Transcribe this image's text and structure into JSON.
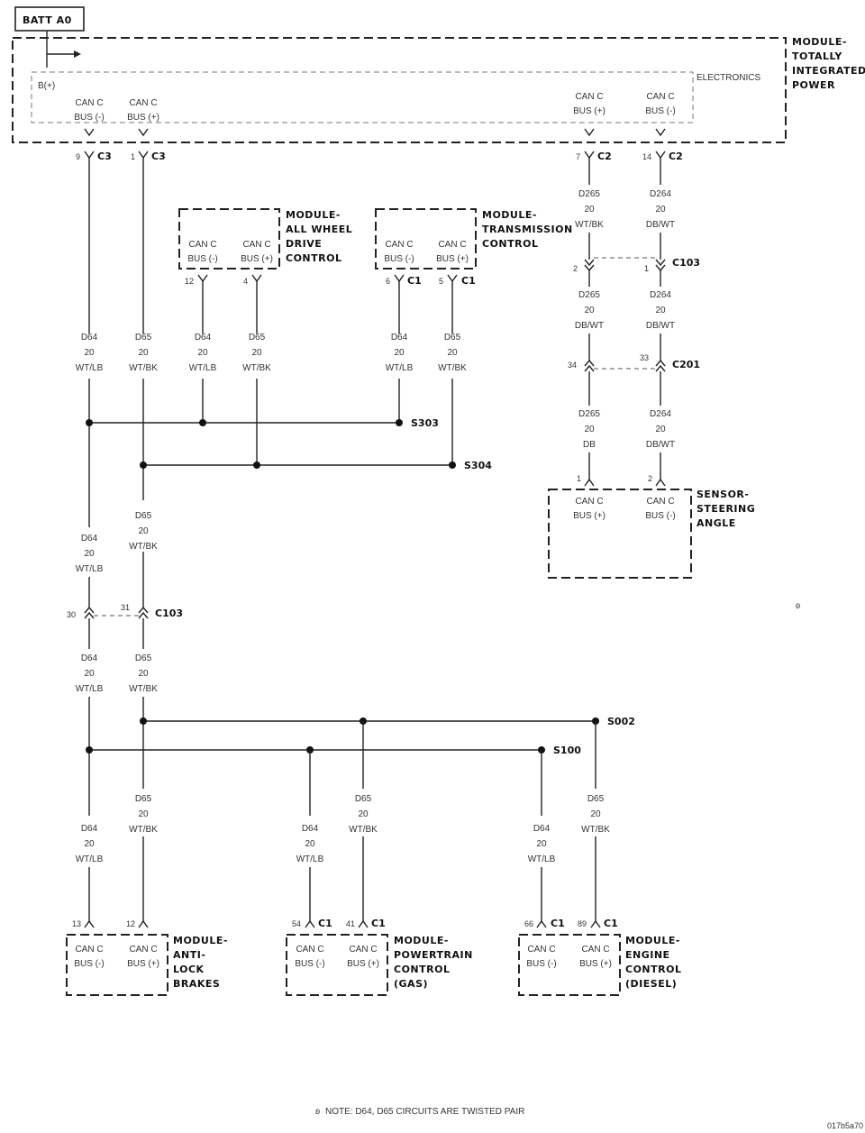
{
  "battery_label": "BATT A0",
  "tipm": {
    "title_lines": [
      "MODULE-",
      "TOTALLY",
      "INTEGRATED",
      "POWER"
    ],
    "electronics_label": "ELECTRONICS",
    "bplus_label": "B(+)",
    "left_neg": [
      "CAN C",
      "BUS (-)"
    ],
    "left_pos": [
      "CAN C",
      "BUS (+)"
    ],
    "right_pos": [
      "CAN C",
      "BUS (+)"
    ],
    "right_neg": [
      "CAN C",
      "BUS (-)"
    ],
    "pin_9": "9",
    "pin_1": "1",
    "conn_c3": "C3",
    "pin_7": "7",
    "pin_14": "14",
    "conn_c2": "C2"
  },
  "awd": {
    "title_lines": [
      "MODULE-",
      "ALL WHEEL",
      "DRIVE",
      "CONTROL"
    ],
    "neg": [
      "CAN C",
      "BUS (-)"
    ],
    "pos": [
      "CAN C",
      "BUS (+)"
    ],
    "pin_12": "12",
    "pin_4": "4"
  },
  "tcm": {
    "title_lines": [
      "MODULE-",
      "TRANSMISSION",
      "CONTROL"
    ],
    "neg": [
      "CAN C",
      "BUS (-)"
    ],
    "pos": [
      "CAN C",
      "BUS (+)"
    ],
    "pin_6": "6",
    "pin_5": "5",
    "conn": "C1"
  },
  "wires": {
    "d64": [
      "D64",
      "20",
      "WT/LB"
    ],
    "d65": [
      "D65",
      "20",
      "WT/BK"
    ],
    "d265_a": [
      "D265",
      "20",
      "WT/BK"
    ],
    "d264_a": [
      "D264",
      "20",
      "DB/WT"
    ],
    "d265_b": [
      "D265",
      "20",
      "DB/WT"
    ],
    "d264_b": [
      "D264",
      "20",
      "DB/WT"
    ],
    "d265_c": [
      "D265",
      "20",
      "DB"
    ],
    "d264_c": [
      "D264",
      "20",
      "DB/WT"
    ]
  },
  "c103_right": {
    "pin_2": "2",
    "pin_1": "1",
    "conn": "C103"
  },
  "c201": {
    "pin_34": "34",
    "pin_33": "33",
    "conn": "C201"
  },
  "splices": {
    "s303": "S303",
    "s304": "S304",
    "s002": "S002",
    "s100": "S100"
  },
  "sas": {
    "title_lines": [
      "SENSOR-",
      "STEERING",
      "ANGLE"
    ],
    "pos": [
      "CAN C",
      "BUS (+)"
    ],
    "neg": [
      "CAN C",
      "BUS (-)"
    ],
    "pin_1": "1",
    "pin_2": "2"
  },
  "twisted_marker": "ʚ",
  "c103_left": {
    "pin_30": "30",
    "pin_31": "31",
    "conn": "C103"
  },
  "abs": {
    "title_lines": [
      "MODULE-",
      "ANTI-",
      "LOCK",
      "BRAKES"
    ],
    "neg": [
      "CAN C",
      "BUS (-)"
    ],
    "pos": [
      "CAN C",
      "BUS (+)"
    ],
    "pin_13": "13",
    "pin_12": "12"
  },
  "pcm": {
    "title_lines": [
      "MODULE-",
      "POWERTRAIN",
      "CONTROL",
      "(GAS)"
    ],
    "neg": [
      "CAN C",
      "BUS (-)"
    ],
    "pos": [
      "CAN C",
      "BUS (+)"
    ],
    "pin_54": "54",
    "pin_41": "41",
    "conn": "C1"
  },
  "ecm": {
    "title_lines": [
      "MODULE-",
      "ENGINE",
      "CONTROL",
      "(DIESEL)"
    ],
    "neg": [
      "CAN C",
      "BUS (-)"
    ],
    "pos": [
      "CAN C",
      "BUS (+)"
    ],
    "pin_66": "66",
    "pin_89": "89",
    "conn": "C1"
  },
  "note": "NOTE:  D64, D65     CIRCUITS ARE TWISTED PAIR",
  "drawing_id": "017b5a70"
}
